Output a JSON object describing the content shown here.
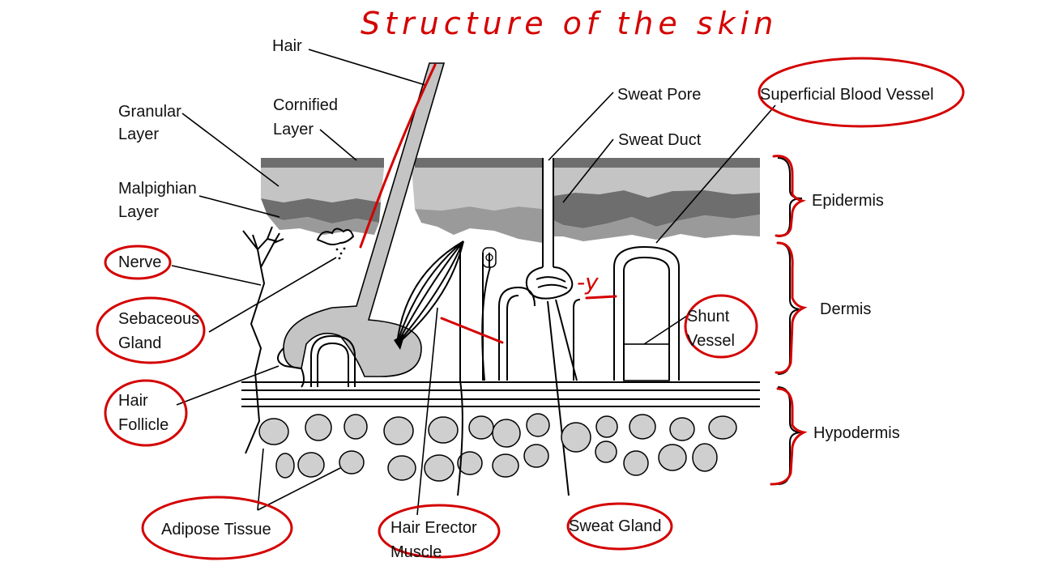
{
  "title": "Structure of the skin",
  "labels": {
    "hair": "Hair",
    "granular_1": "Granular",
    "granular_2": "Layer",
    "cornified_1": "Cornified",
    "cornified_2": "Layer",
    "malpighian_1": "Malpighian",
    "malpighian_2": "Layer",
    "nerve": "Nerve",
    "sebaceous_1": "Sebaceous",
    "sebaceous_2": "Gland",
    "follicle_1": "Hair",
    "follicle_2": "Follicle",
    "adipose": "Adipose Tissue",
    "erector_1": "Hair Erector",
    "erector_2": "Muscle",
    "sweat_gland": "Sweat Gland",
    "sweat_pore": "Sweat Pore",
    "sweat_duct": "Sweat Duct",
    "superficial": "Superficial Blood Vessel",
    "shunt_1": "Shunt",
    "shunt_2": "Vessel",
    "epidermis": "Epidermis",
    "dermis": "Dermis",
    "hypodermis": "Hypodermis"
  },
  "annotation_mark": "-y",
  "colors": {
    "annotation_red": "#d40000",
    "light_gray": "#c4c4c4",
    "mid_gray": "#9a9a9a",
    "dark_gray": "#5a5a5a"
  }
}
